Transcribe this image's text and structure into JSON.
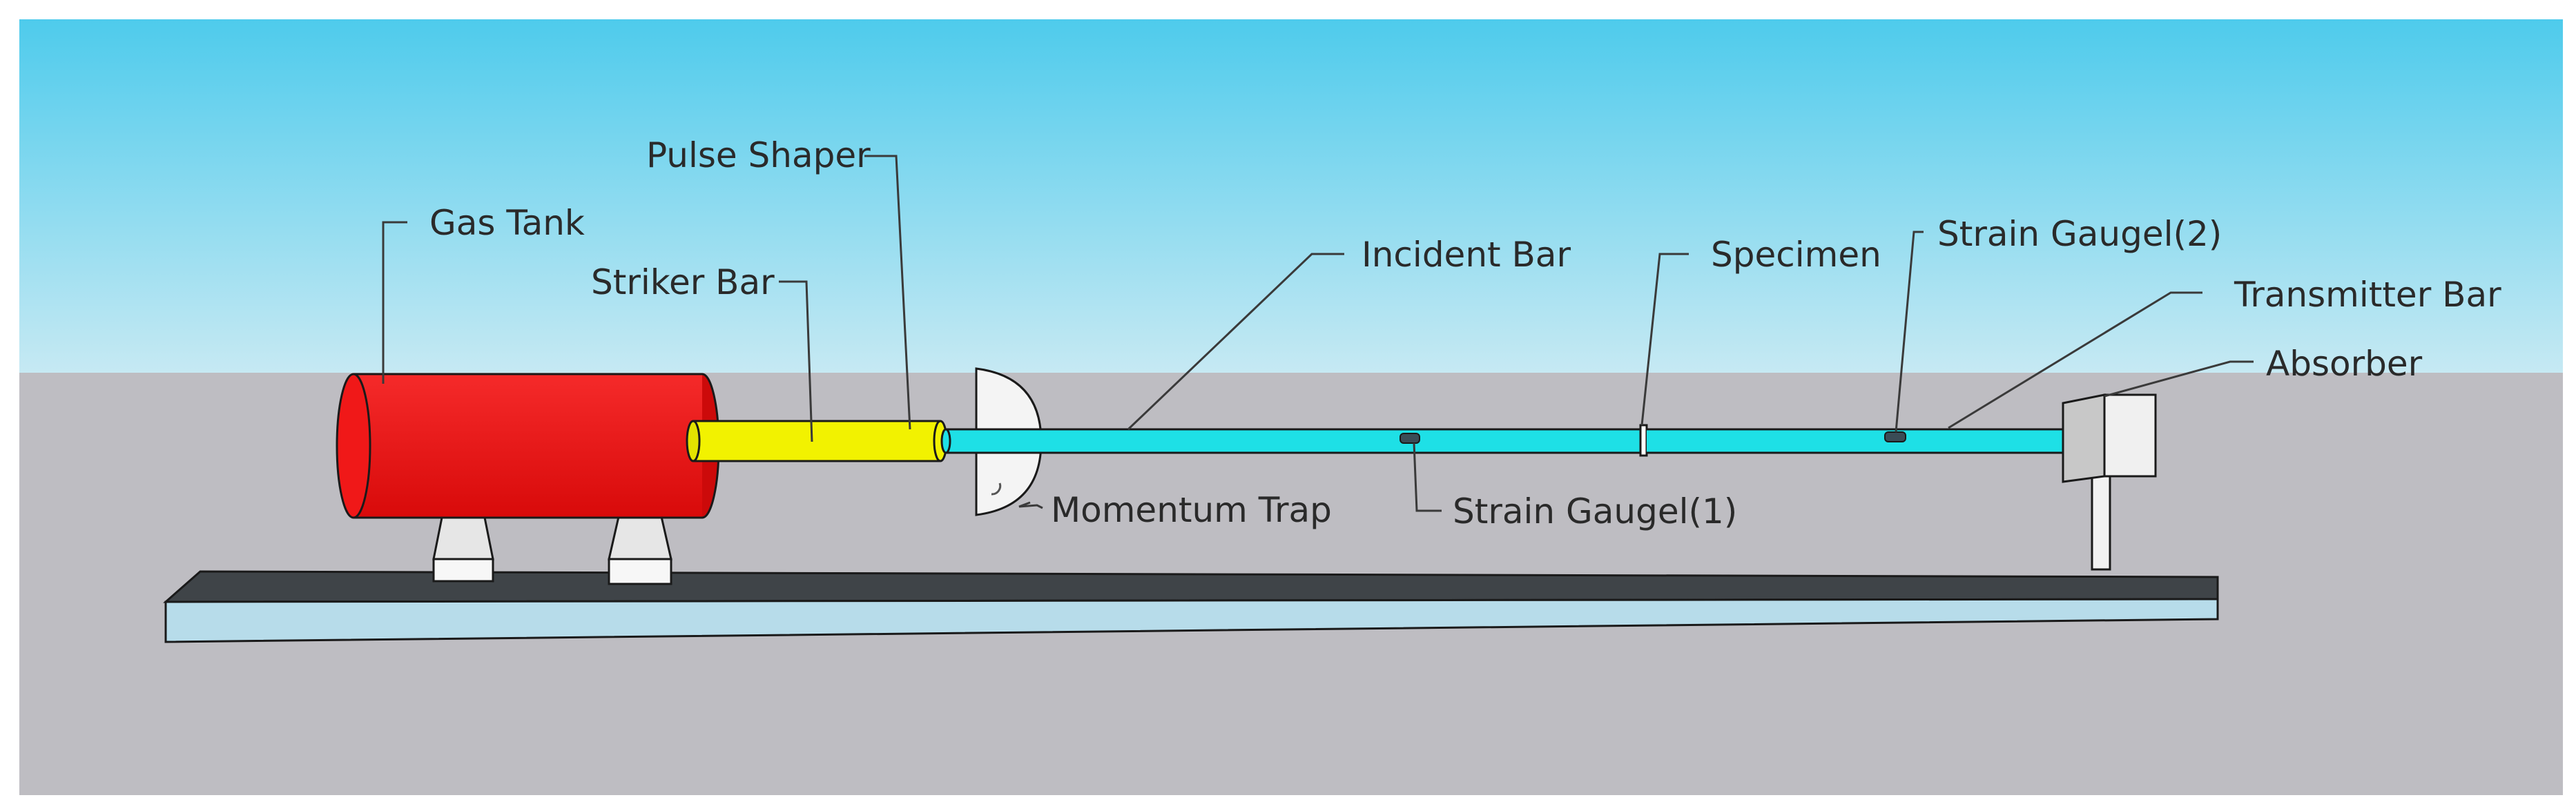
{
  "diagram": {
    "labels": {
      "gas_tank": "Gas Tank",
      "pulse_shaper": "Pulse Shaper",
      "striker_bar": "Striker Bar",
      "incident_bar": "Incident Bar",
      "specimen": "Specimen",
      "strain_gauge_2": "Strain Gaugel(2)",
      "transmitter_bar": "Transmitter Bar",
      "absorber": "Absorber",
      "momentum_trap": "Momentum Trap",
      "strain_gauge_1": "Strain Gaugel(1)"
    },
    "colors": {
      "sky_top": "#4ecbec",
      "sky_bottom": "#c6e9f3",
      "ground": "#bebdc2",
      "base_top": "#3f4448",
      "base_front": "#b7dcea",
      "gas_tank": "#ee1111",
      "striker_bar": "#f2f200",
      "bars": "#1ee0e6",
      "supports": "#f4f4f4",
      "absorber": "#f0f0f0"
    }
  }
}
